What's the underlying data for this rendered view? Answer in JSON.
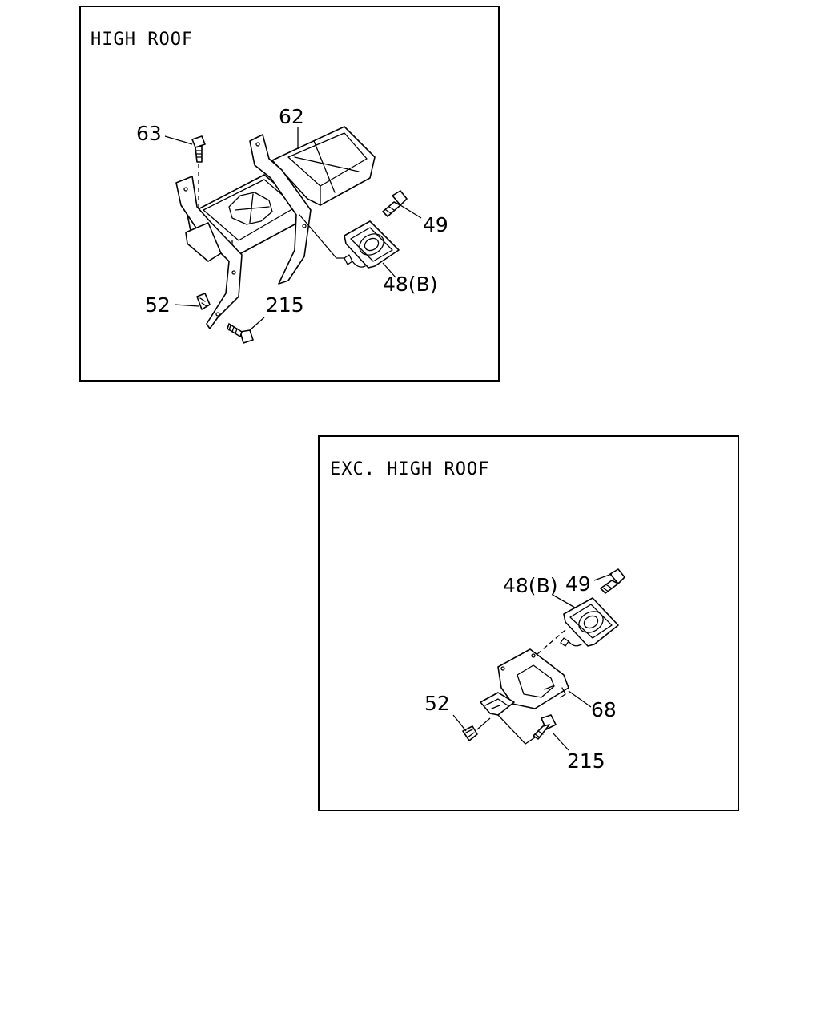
{
  "panels": [
    {
      "heading": "HIGH ROOF",
      "callouts": {
        "c63": "63",
        "c62": "62",
        "c49": "49",
        "c48b": "48(B)",
        "c52": "52",
        "c215": "215"
      }
    },
    {
      "heading": "EXC. HIGH ROOF",
      "callouts": {
        "c49": "49",
        "c48b": "48(B)",
        "c52": "52",
        "c68": "68",
        "c215": "215"
      }
    }
  ]
}
